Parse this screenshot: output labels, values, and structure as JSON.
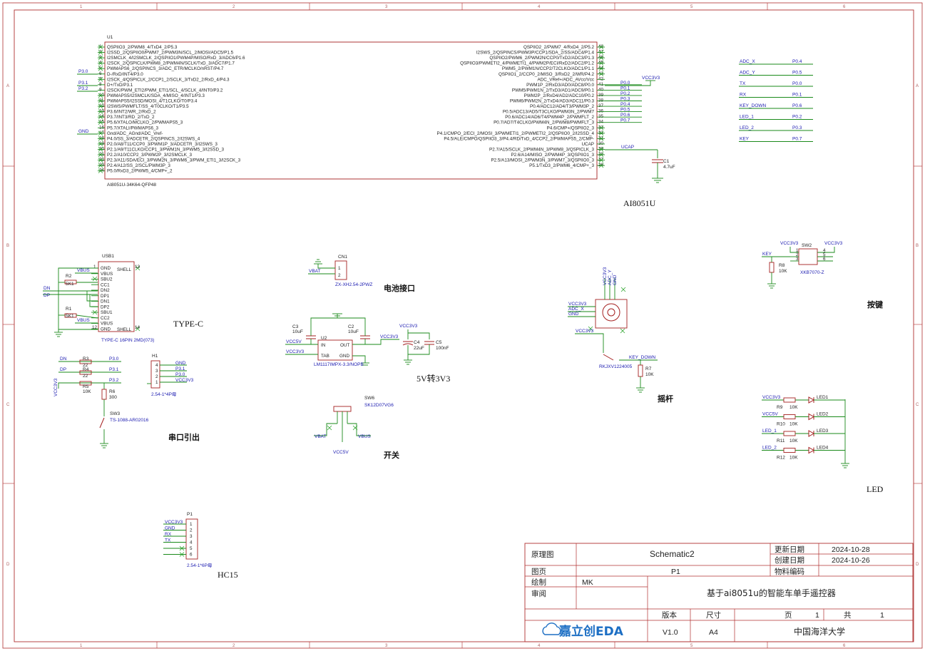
{
  "ruler": {
    "top": [
      "1",
      "2",
      "3",
      "4",
      "5",
      "6"
    ],
    "left": [
      "A",
      "B",
      "C",
      "D"
    ]
  },
  "u1": {
    "ref": "U1",
    "footprint": "AI8051U-34K64-QFP48",
    "title": "AI8051U",
    "left_pins": [
      "QSPIIO3_2/PWM8_4/TxD4_2/P5.3",
      "I2SSD_2/QSPIIO0/PWM7_2/PWM3N/SCL_2/MOSI/ADC5/P1.5",
      "I2SMCLK_4/I2SMCLK_2/QSPIIO1/PWM4P/MISO/RxD_3/ADC6/P1.6",
      "I2SCK_2/QSPICLK/PWM8_2/PWM4N/SCLK/TxD_3/ADC7/P1.7",
      "PWMAPS6_2/QSPINCS_3/ADC_ETR/MCLKO/nRST/P4.7",
      "D-/RxD/INT4/P3.0",
      "I2SCK_4/QSPICLK_2/CCP1_2/SCLK_3/TxD2_2/RxD_4/P4.3",
      "D+/TxD/P3.1",
      "I2SCK/PWM_ETI2/PWM_ETI1/SCL_4/SCLK_4/INT0/P3.2",
      "PWMAPS5/I2SMCLK/SDA_4/MISO_4/INT1/P3.3",
      "PWMAPS5/I2SSD/MOSI_4/T1CLKO/T0/P3.4",
      "I2SWS/PWMFLT/SS_4/T0CLKO/T1/P3.5",
      "P3.6/INT2/WR_2/RxD_2",
      "P3.7/INT3/RD_2/TxD_2",
      "P5.6/XTALO/MCLKO_2/PWMAPS5_3",
      "P5.7/XTALI/PWMAPS6_3",
      "Gnd/ADC_AGnd/ADC_Vref-",
      "P4.0/SS_3/ADCETR_2/QSPINCS_2/I2SWS_4",
      "P2.0/A8/T11/CCP0_3/PWM1P_3/ADCETR_3/I2SWS_3",
      "P2.1/A9/T11CLKO/CCP1_3/PWM1N_3/PWM5_3/I2SSD_3",
      "P2.2/A10/CCP2_3/PWM2P_3/I2SMCLK_3",
      "P2.3/A11/SDA/ECI_3/PWM2N_3/PWM6_3/PWM_ETI1_3/I2SCK_3",
      "P2.4/A12/SS_2/SCL/PWM3P_3",
      "P5.0/RxD3_2/PWM5_4/CMP+_2"
    ],
    "right_pins": [
      "QSPIIO2_2/PWM7_4/RxD4_2/P5.2",
      "I2SWS_2/QSPINCS/PWM3P/CCP1/SDA_2/SS/ADC4/P1.4",
      "QSPIIO2/PWM6_2/PWM2N/CCP0/TxD2/ADC3/P1.3",
      "QSPIIO3/PWMETI2_4/PWMETI1_4/PWM2P/ECI/RxD2/ADC2/P1.2",
      "PWM5_2/PWM1N/CCP2/T2CLKO/ADC1/P1.1",
      "QSPIIO1_2/CCP0_2/MISO_3/RxD2_2/WR/P4.2",
      "ADC_VRef+/ADC_AVcc/Vcc",
      "PWM1P_2/RxD3/AD0/ADC8/P0.0",
      "PWM5/PWM1N_2/TxD3/AD1/ADC9/P0.1",
      "PWM2P_2/RxD4/AD2/ADC10/P0.2",
      "PWM6/PWM2N_2/TxD4/AD3/ADC11/P0.3",
      "P0.4/ADC12/AD4/T3/PWM3P_2",
      "P0.5/ADC13/AD5/T3CLKO/PWM3N_2/PWM7",
      "P0.6/ADC14/AD6/T4/PWM4P_2/PWMFLT_2",
      "P0.7/AD7/T4CLKO/PWM4N_2/PWM8/PWMFLT_3",
      "P4.6/CMP+/QSPIIO2_3",
      "P4.1/CMPO_2/ECI_2/MOSI_3/PWMETI1_2/PWMETI2_2/QSPIIO0_2/I2SSD_4",
      "P4.5/ALE/CMPO/QSPIIO3_3/P4.4/RD/TxD_4/CCP2_2/PWMAPS5_2/CMP-",
      "UCAP",
      "P2.7/A15/SCLK_2/PWM4N_3/PWM8_3/QSPICLK_3",
      "P2.6/A14/MISO_2/PWM4P_3/QSPIIO1_3",
      "P2.5/A13/MOSI_2/PWM3N_3/PWM7_3/QSPIIO0_3",
      "P5.1/TxD3_2/PWM6_4/CMP+_3"
    ],
    "left_pin_nums": [
      "1",
      "2",
      "3",
      "4",
      "5",
      "6",
      "7",
      "8",
      "9",
      "10",
      "11",
      "12",
      "13",
      "14",
      "15",
      "16",
      "17",
      "18",
      "19",
      "20",
      "21",
      "22",
      "23",
      "24"
    ],
    "right_pin_nums": [
      "48",
      "47",
      "46",
      "45",
      "44",
      "43",
      "42",
      "41",
      "40",
      "39",
      "38",
      "37",
      "36",
      "35",
      "34",
      "33",
      "32",
      "31",
      "30",
      "29",
      "28",
      "27",
      "26",
      "25"
    ],
    "left_nets": {
      "p30": "P3.0",
      "p31": "P3.1",
      "p32": "P3.2",
      "gnd": "GND"
    },
    "right_nets": [
      "P0.0",
      "P0.1",
      "P0.2",
      "P0.3",
      "P0.4",
      "P0.5",
      "P0.6",
      "P0.7"
    ],
    "vcc_label": "VCC3V3",
    "ucap_label": "UCAP",
    "c1_ref": "C1",
    "c1_val": "4.7uF"
  },
  "net_map": {
    "rows": [
      {
        "name": "ADC_X",
        "net": "P0.4"
      },
      {
        "name": "ADC_Y",
        "net": "P0.5"
      },
      {
        "name": "TX",
        "net": "P0.0"
      },
      {
        "name": "RX",
        "net": "P0.1"
      },
      {
        "name": "KEY_DOWN",
        "net": "P0.6"
      },
      {
        "name": "LED_1",
        "net": "P0.2"
      },
      {
        "name": "LED_2",
        "net": "P0.3"
      },
      {
        "name": "KEY",
        "net": "P0.7"
      }
    ]
  },
  "usb": {
    "ref": "USB1",
    "pins": [
      "GND",
      "VBUS",
      "SBU2",
      "CC1",
      "DN2",
      "DP1",
      "DN1",
      "DP2",
      "SBU1",
      "CC2",
      "VBUS",
      "GND"
    ],
    "shell": "SHELL",
    "pin_first": "1",
    "pin_last": "12",
    "shell_top": "13",
    "shell_bottom": "14",
    "footprint": "TYPE-C 16PIN 2MD(073)",
    "title": "TYPE-C",
    "vbus1": "VBUS",
    "vbus2": "VBUS",
    "dn": "DN",
    "dp": "DP",
    "r2_ref": "R2",
    "r2_val": "5K1",
    "r1_ref": "R1",
    "r1_val": "5K1"
  },
  "battery": {
    "ref": "CN1",
    "vbat": "VBAT",
    "pins": [
      "1",
      "2"
    ],
    "footprint": "ZX-XH2.54-2PWZ",
    "title": "电池接口"
  },
  "regulator": {
    "c3_ref": "C3",
    "c3_val": "10uF",
    "c2_ref": "C2",
    "c2_val": "10uF",
    "u2_ref": "U2",
    "in": "IN",
    "out": "OUT",
    "tab": "TAB",
    "gnd": "GND",
    "vcc5v": "VCC5V",
    "vcc3v3_in": "VCC3V3",
    "vcc3v3_out": "VCC3V3",
    "vcc3v3_top": "VCC3V3",
    "part": "LM1117IMPX-3.3/NOPB",
    "c4_ref": "C4",
    "c4_val": "22uF",
    "c5_ref": "C5",
    "c5_val": "100nF",
    "title": "5V转3V3"
  },
  "serial": {
    "dn": "DN",
    "dp": "DP",
    "r3_ref": "R3",
    "r3_val": "22",
    "r4_ref": "R4",
    "r4_val": "22",
    "r5_ref": "R5",
    "r5_val": "10K",
    "r6_ref": "R6",
    "r6_val": "300",
    "p30": "P3.0",
    "p31": "P3.1",
    "p32": "P3.2",
    "vcc": "VCC3V3",
    "sw3_ref": "SW3",
    "sw3_part": "TS-1088-AR02016",
    "h1_ref": "H1",
    "h1_pins": [
      "GND",
      "P3.1",
      "P3.0",
      "VCC3V3"
    ],
    "h1_nums": [
      "4",
      "3",
      "2",
      "1"
    ],
    "h1_foot": "2.54-1*4P母",
    "title": "串口引出"
  },
  "switch": {
    "ref": "SW6",
    "part": "SK12D07VG6",
    "vbat": "VBAT",
    "vbus": "VBUS",
    "vcc5v": "VCC5V",
    "title": "开关"
  },
  "joystick": {
    "labels": [
      "VCC3V3",
      "ADC_X",
      "GND"
    ],
    "top_labels": [
      "VCC3V3",
      "ADC_Y",
      "GND"
    ],
    "vcc_low": "VCC3V3",
    "key_down": "KEY_DOWN",
    "r7_ref": "R7",
    "r7_val": "10K",
    "part": "RKJXV1224005",
    "title": "摇杆"
  },
  "key": {
    "vcc_left": "VCC3V3",
    "vcc_right": "VCC3V3",
    "sw2_ref": "SW2",
    "key": "KEY",
    "r8_ref": "R8",
    "r8_val": "10K",
    "part": "XKB7070-Z",
    "pins": [
      "1",
      "2",
      "3",
      "4",
      "5",
      "6"
    ],
    "title": "按键"
  },
  "leds": {
    "rows": [
      {
        "net": "VCC3V3",
        "r_ref": "R9",
        "r_val": "10K",
        "led": "LED1"
      },
      {
        "net": "VCC5V",
        "r_ref": "R10",
        "r_val": "10K",
        "led": "LED2"
      },
      {
        "net": "LED_1",
        "r_ref": "R11",
        "r_val": "10K",
        "led": "LED3"
      },
      {
        "net": "LED_2",
        "r_ref": "R12",
        "r_val": "10K",
        "led": "LED4"
      }
    ],
    "title": "LED"
  },
  "hc15": {
    "ref": "P1",
    "nets": [
      "VCC3V3",
      "GND",
      "RX",
      "TX"
    ],
    "nums": [
      "1",
      "2",
      "3",
      "4",
      "5",
      "6"
    ],
    "foot": "2.54-1*6P母",
    "title": "HC15"
  },
  "title_block": {
    "schematic_label": "原理图",
    "schematic_value": "Schematic2",
    "update_label": "更新日期",
    "update_value": "2024-10-28",
    "create_label": "创建日期",
    "create_value": "2024-10-26",
    "page_label": "图页",
    "page_value": "P1",
    "material_label": "物料编码",
    "draw_label": "绘制",
    "draw_value": "MK",
    "review_label": "审阅",
    "project": "基于ai8051u的智能车单手遥控器",
    "version_label": "版本",
    "size_label": "尺寸",
    "page_no_label": "页",
    "page_no": "1",
    "total_label": "共",
    "total": "1",
    "logo": "嘉立创EDA",
    "version": "V1.0",
    "size": "A4",
    "org": "中国海洋大学"
  },
  "colors": {
    "wire": "#1a8a1a",
    "body": "#a52020",
    "net_label": "#1b1bb0",
    "frame": "#b03030"
  }
}
